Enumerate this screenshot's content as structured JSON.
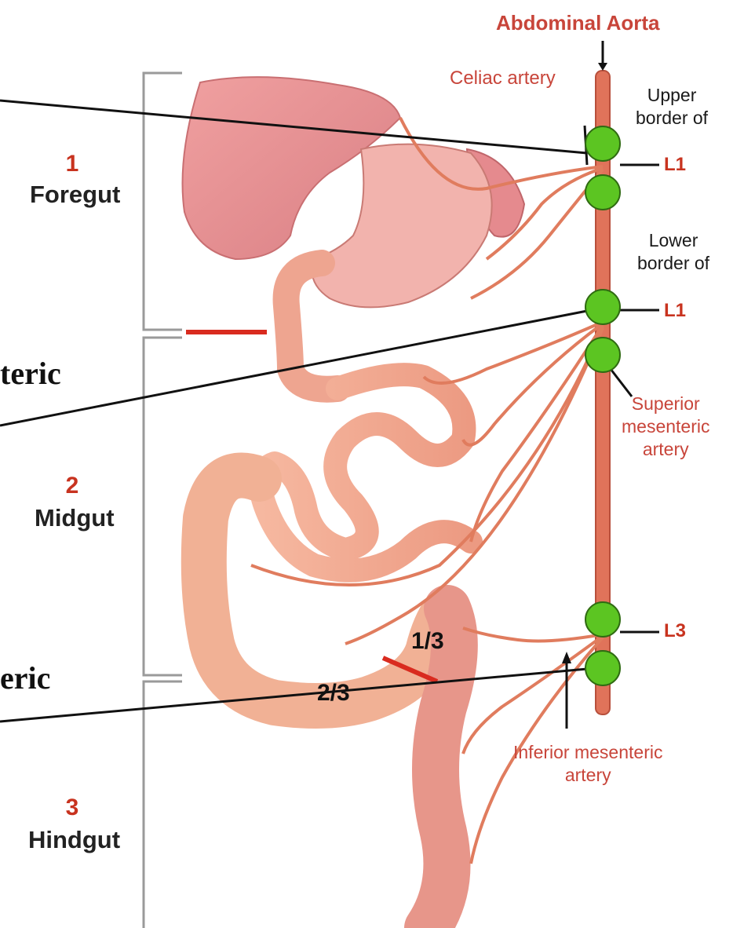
{
  "header": {
    "aorta_label": "Abdominal Aorta",
    "celiac_label": "Celiac artery"
  },
  "regions": [
    {
      "number": "1",
      "name": "Foregut"
    },
    {
      "number": "2",
      "name": "Midgut"
    },
    {
      "number": "3",
      "name": "Hindgut"
    }
  ],
  "levels": {
    "upper_border_text": "Upper\nborder of",
    "upper_level": "L1",
    "lower_border_text": "Lower\nborder of",
    "lower_level": "L1",
    "l3_level": "L3"
  },
  "arteries": {
    "sma_label": "Superior\nmesenteric\nartery",
    "ima_label": "Inferior mesenteric\nartery"
  },
  "cropped_labels": {
    "sma_fragment": "teric",
    "ima_fragment": "eric"
  },
  "colon_split": {
    "proximal": "1/3",
    "distal": "2/3"
  },
  "colors": {
    "aorta": "#e0735a",
    "marker": "#5cc522",
    "accent_red": "#c8453a",
    "tissue": "#f2a58f"
  }
}
